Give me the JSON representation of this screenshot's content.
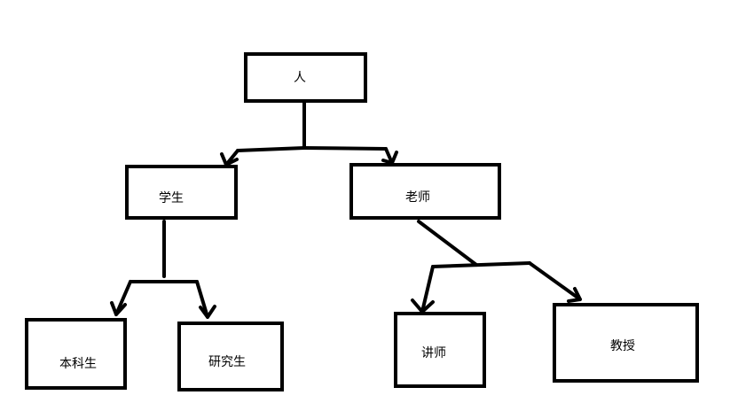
{
  "colors": {
    "stroke": "#000000",
    "background": "#ffffff"
  },
  "nodes": {
    "person": {
      "label": "人"
    },
    "student": {
      "label": "学生"
    },
    "teacher": {
      "label": "老师"
    },
    "undergraduate": {
      "label": "本科生"
    },
    "graduate": {
      "label": "研究生"
    },
    "lecturer": {
      "label": "讲师"
    },
    "professor": {
      "label": "教授"
    }
  }
}
